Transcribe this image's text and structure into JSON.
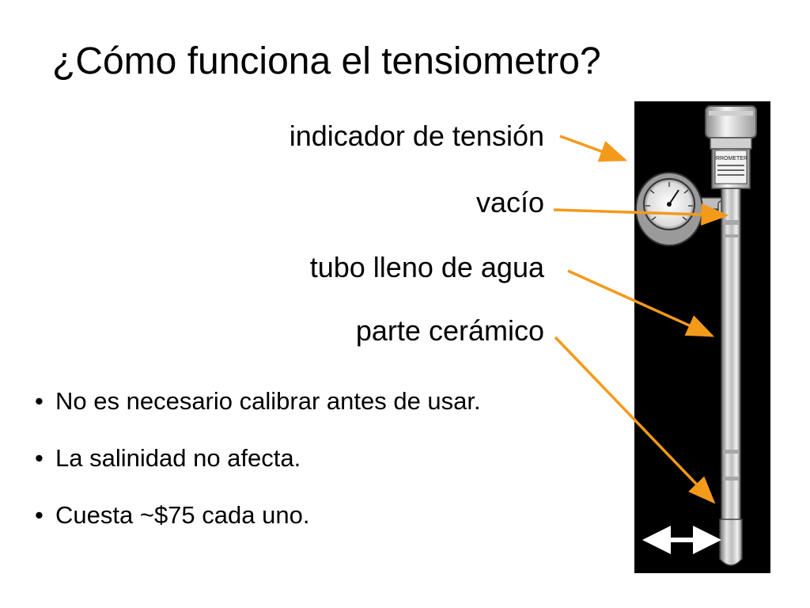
{
  "title": "¿Cómo funciona el tensiometro?",
  "labels": [
    "indicador de tensión",
    "vacío",
    "tubo lleno de agua",
    "parte cerámico"
  ],
  "bullets": [
    "No es necesario calibrar antes de usar.",
    "La salinidad no afecta.",
    "Cuesta ~$75 cada uno."
  ],
  "bullet_symbol": "•",
  "colors": {
    "arrow": "#F39A1B",
    "photo_background": "#000000",
    "width_arrow": "#FFFFFF"
  },
  "instrument": {
    "brand_text": "IRROMETER"
  }
}
